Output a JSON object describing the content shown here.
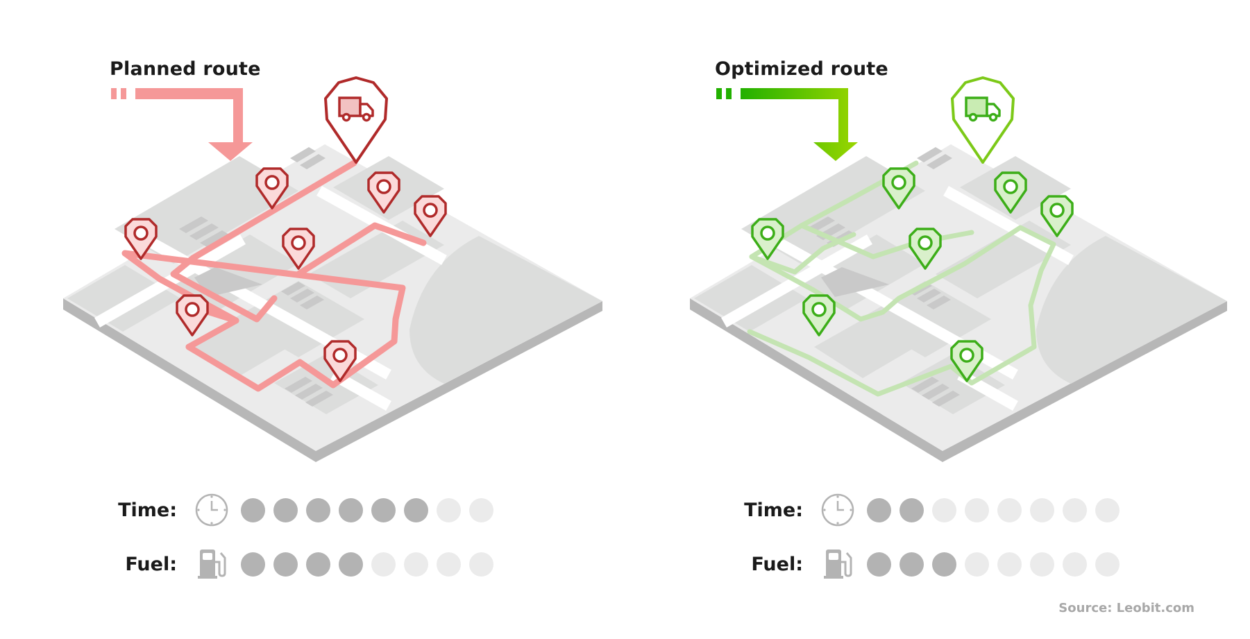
{
  "panels": [
    {
      "title": "Planned route",
      "accent": "#f59898",
      "marker_stroke": "#b02a2a",
      "marker_fill": "#fbdada",
      "metrics": {
        "time": {
          "label": "Time:",
          "icon": "clock-icon",
          "filled": 6,
          "total": 8
        },
        "fuel": {
          "label": "Fuel:",
          "icon": "fuel-pump-icon",
          "filled": 4,
          "total": 8
        }
      }
    },
    {
      "title": "Optimized route",
      "accent": "#c4e4b2",
      "marker_stroke": "#3cae18",
      "marker_fill": "#d9f0cb",
      "arrow_gradient": [
        "#22b000",
        "#9ad600"
      ],
      "metrics": {
        "time": {
          "label": "Time:",
          "icon": "clock-icon",
          "filled": 2,
          "total": 8
        },
        "fuel": {
          "label": "Fuel:",
          "icon": "fuel-pump-icon",
          "filled": 3,
          "total": 8
        }
      }
    }
  ],
  "source": "Source: Leobit.com",
  "colors": {
    "map_top": "#ebebeb",
    "map_block": "#dcdddc",
    "map_side": "#b7b7b7",
    "dot_on": "#b3b3b3",
    "dot_off": "#ebebeb"
  }
}
